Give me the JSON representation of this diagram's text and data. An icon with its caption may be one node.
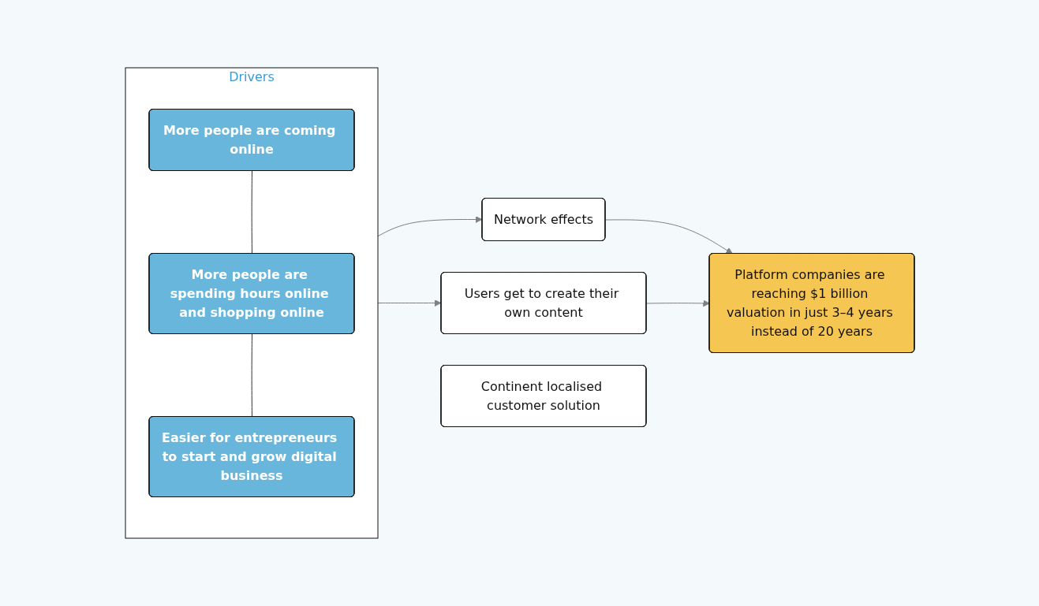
{
  "diagram": {
    "nodes": [
      {
        "text": [
          "Drivers"
        ]
      },
      {
        "text": [
          "More people are coming online"
        ],
        "in": 0
      },
      {
        "text": [
          "More people are spending hours online and shopping online"
        ],
        "in": 0
      },
      {
        "text": [
          "Easier for entrepreneurs to start and grow digital business"
        ],
        "in": 0
      },
      {
        "text": [
          "Network effects"
        ]
      },
      {
        "text": [
          "Continent localised customer solution"
        ]
      },
      {
        "text": [
          "Users get to create their own content"
        ]
      },
      {
        "text": [
          "Platform companies are reaching $1 billion valuation in just 3–4 years instead of 20 years"
        ]
      }
    ],
    "edges": [
      {
        "from": 1,
        "to": 2,
        "arrow": "none"
      },
      {
        "from": 2,
        "to": 3,
        "arrow": "none"
      },
      {
        "from": 0,
        "to": 4,
        "arrow": "to",
        "color": "#808080"
      },
      {
        "from": 0,
        "to": 6,
        "arrow": "to",
        "color": "#808080"
      },
      {
        "from": 4,
        "to": 7,
        "arrow": "to",
        "color": "#808080"
      },
      {
        "from": 6,
        "to": 7,
        "arrow": "to",
        "color": "#808080"
      }
    ]
  }
}
